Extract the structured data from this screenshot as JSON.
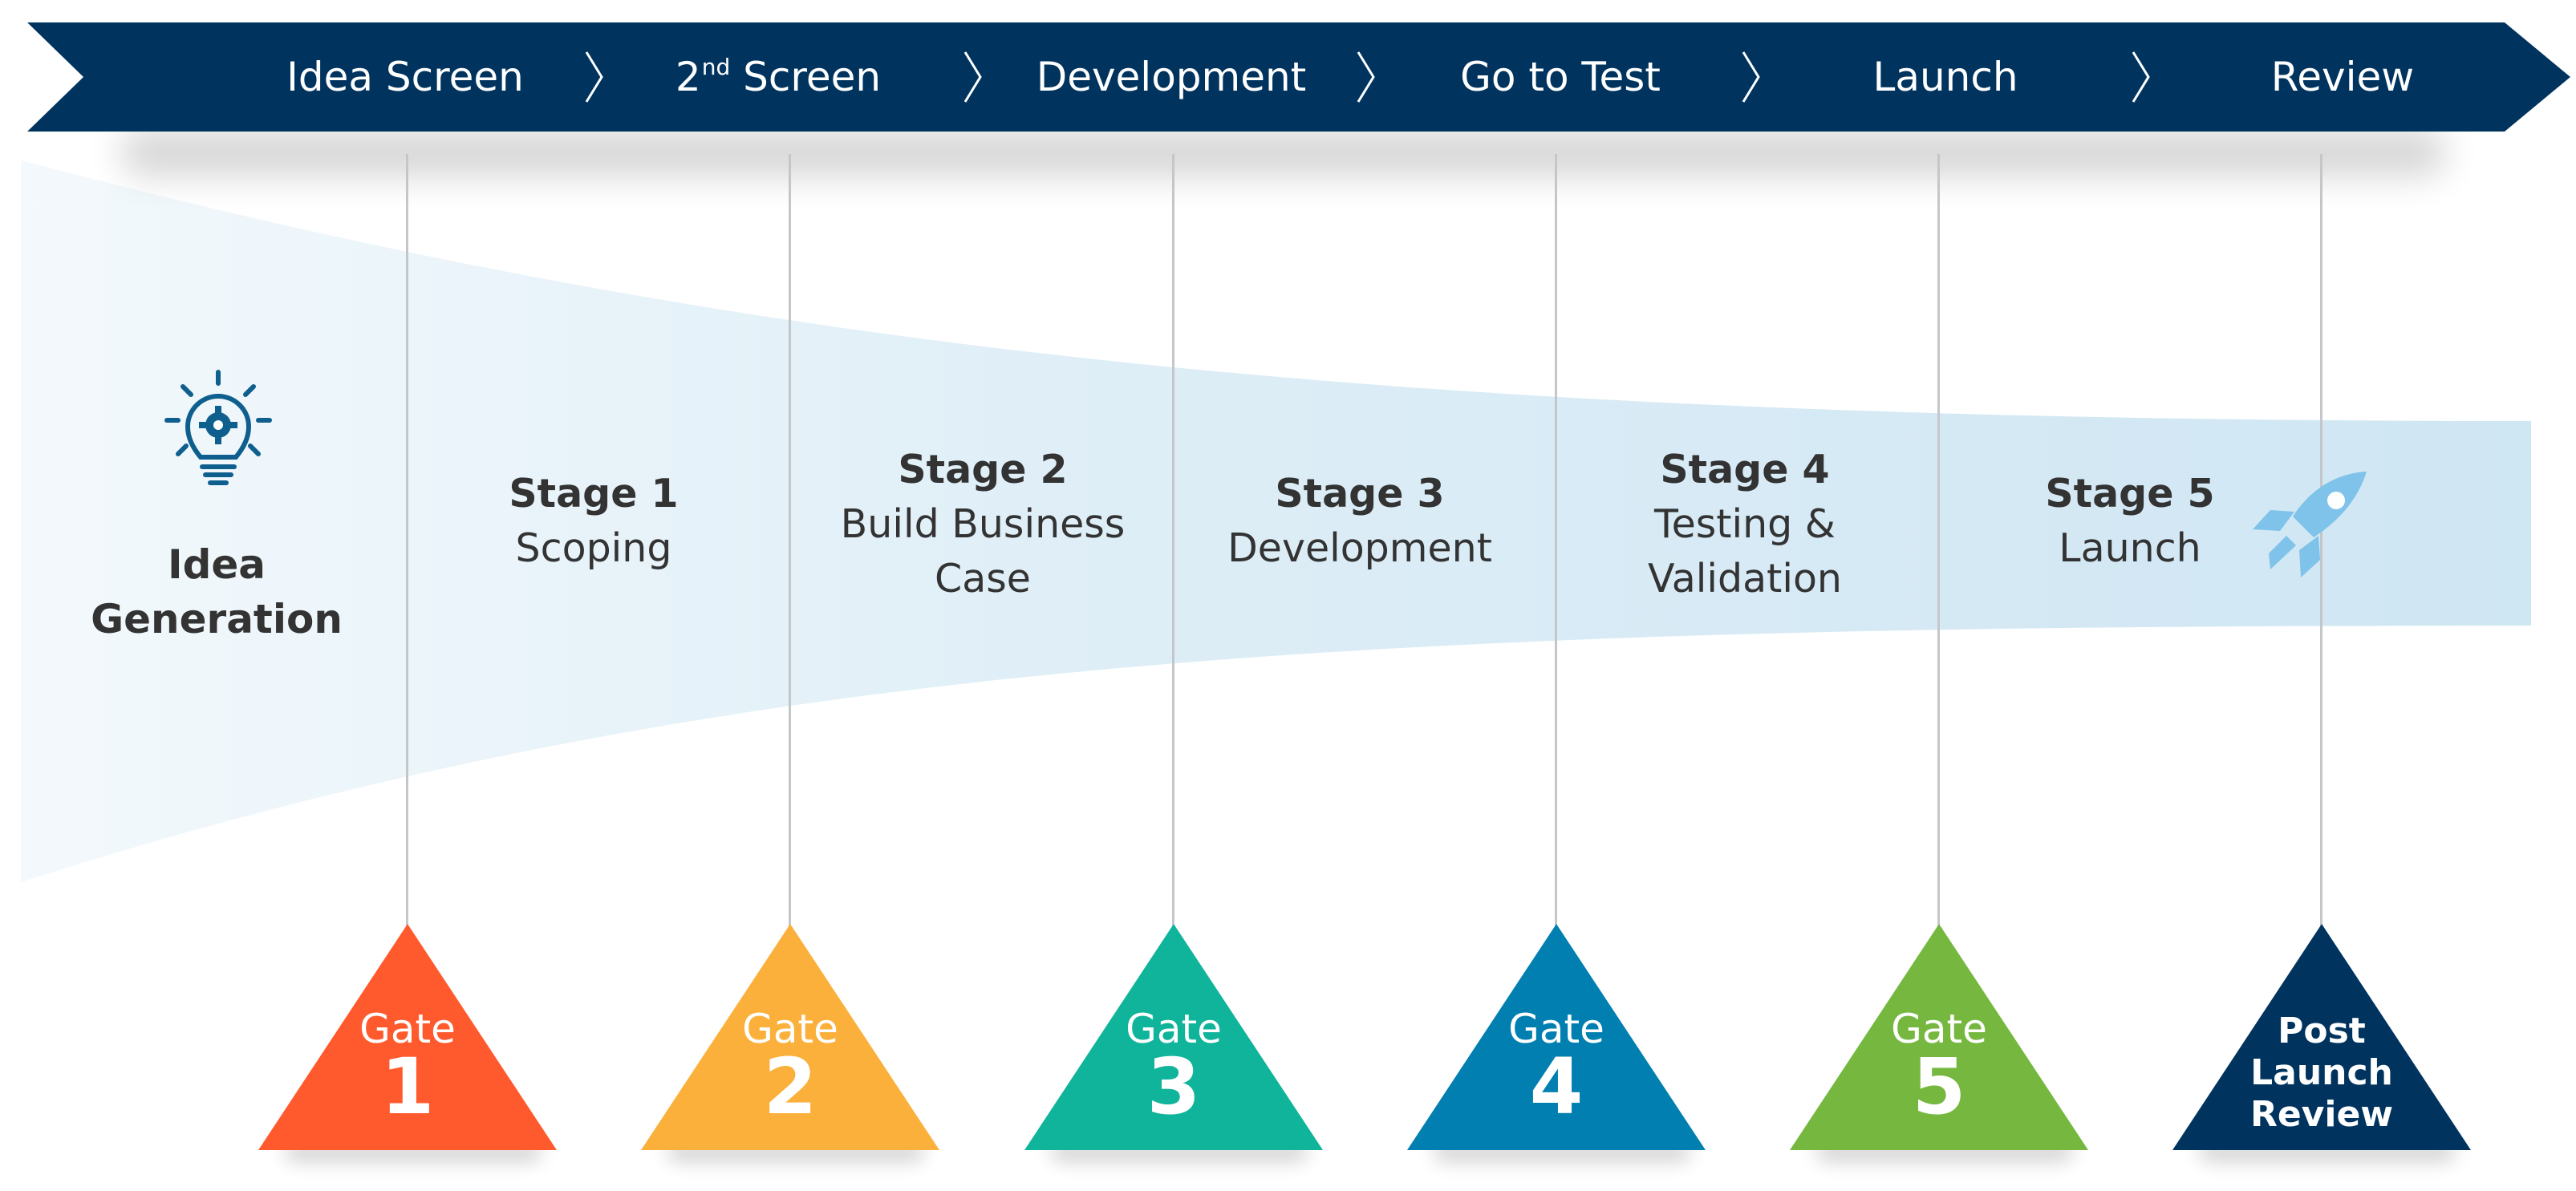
{
  "colors": {
    "banner": "#00345f",
    "funnel": "#cfe6f3",
    "icon": "#0e5f8e",
    "rocket": "#7fc3ea",
    "text": "#333333",
    "gate_line": "#c4c7ca"
  },
  "phases": [
    {
      "label": "Idea Screen"
    },
    {
      "label_main": "2",
      "label_sup": "nd",
      "label_rest": " Screen"
    },
    {
      "label": "Development"
    },
    {
      "label": "Go to Test"
    },
    {
      "label": "Launch"
    },
    {
      "label": "Review"
    }
  ],
  "idea": {
    "icon": "lightbulb-gear-icon",
    "line1": "Idea",
    "line2": "Generation"
  },
  "stages": [
    {
      "title": "Stage  1",
      "desc": [
        "Scoping"
      ]
    },
    {
      "title": "Stage  2",
      "desc": [
        "Build Business",
        "Case"
      ]
    },
    {
      "title": "Stage  3",
      "desc": [
        "Development"
      ]
    },
    {
      "title": "Stage  4",
      "desc": [
        "Testing &",
        "Validation"
      ]
    },
    {
      "title": "Stage  5",
      "desc": [
        "Launch"
      ],
      "icon": "rocket-icon"
    }
  ],
  "gates": [
    {
      "word": "Gate",
      "number": "1",
      "color": "#ff5a2e"
    },
    {
      "word": "Gate",
      "number": "2",
      "color": "#fbb03b"
    },
    {
      "word": "Gate",
      "number": "3",
      "color": "#0fb49b"
    },
    {
      "word": "Gate",
      "number": "4",
      "color": "#007fb0"
    },
    {
      "word": "Gate",
      "number": "5",
      "color": "#76b83f"
    },
    {
      "lines": [
        "Post",
        "Launch",
        "Review"
      ],
      "color": "#00345f"
    }
  ]
}
